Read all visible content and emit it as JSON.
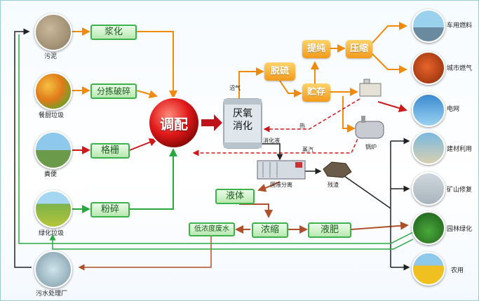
{
  "sources": {
    "sludge": "污泥",
    "kitchen_waste": "餐厨垃圾",
    "feces": "粪便",
    "green_waste": "绿化垃圾",
    "sewage_plant": "污水处理厂"
  },
  "pretreatment": {
    "slurry": "浆化",
    "sort_crush": "分拣破碎",
    "grille": "格栅",
    "shred": "粉碎"
  },
  "blend": "调配",
  "digester": {
    "line1": "厌氧",
    "line2": "消化"
  },
  "flow_labels": {
    "biogas": "沼气",
    "heat": "热",
    "steam": "蒸汽",
    "digestate": "消化液",
    "separation": "固液分离",
    "residue": "残渣",
    "boiler": "锅炉"
  },
  "gas_steps": {
    "desulfurize": "脱硫",
    "purify": "提纯",
    "compress": "压缩",
    "store": "贮存"
  },
  "liquid_steps": {
    "liquid": "液体",
    "low_conc": "低浓度废水",
    "concentrate": "浓缩",
    "liquid_fertilizer": "液肥"
  },
  "outputs": {
    "vehicle_fuel": "车用燃料",
    "city_gas": "城市燃气",
    "power_grid": "电网",
    "building_materials": "建材利用",
    "mine_restoration": "矿山修复",
    "landscaping": "园林绿化",
    "agriculture": "农用"
  },
  "colors": {
    "orange_flow": "#f08a0a",
    "green_flow": "#2aa840",
    "red_flow": "#cc1a1a",
    "brown_flow": "#b0502a",
    "black_flow": "#222222"
  }
}
